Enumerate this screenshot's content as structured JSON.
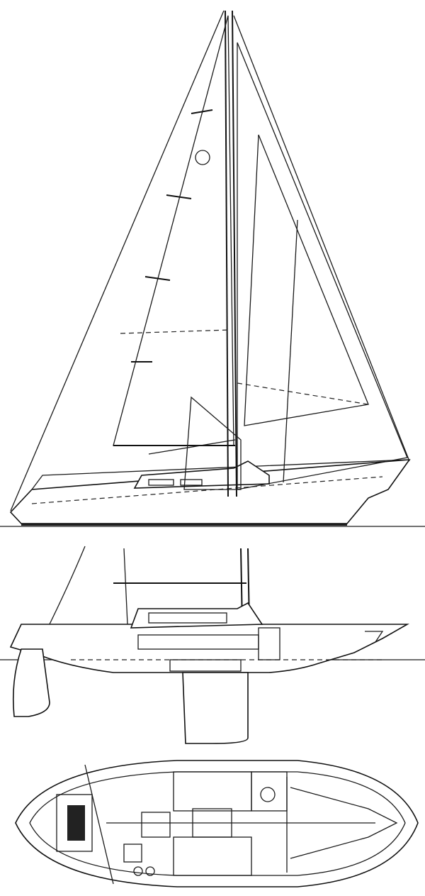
{
  "drawing": {
    "views": [
      "sail-plan",
      "inboard-profile",
      "accommodation-plan"
    ],
    "line_color": "#1a1a1a",
    "background": "#ffffff"
  }
}
